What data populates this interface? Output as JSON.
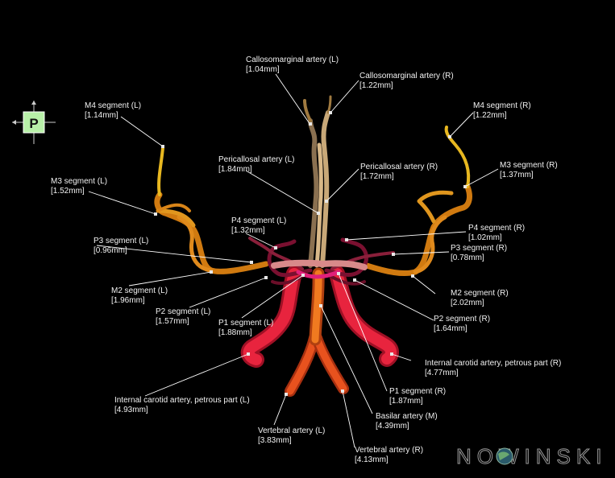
{
  "view_indicator": {
    "letter": "P"
  },
  "brand": {
    "text": "NOWINSKI"
  },
  "labels": [
    {
      "name": "Callosomarginal artery (L)",
      "size": "[1.04mm]"
    },
    {
      "name": "Callosomarginal artery (R)",
      "size": "[1.22mm]"
    },
    {
      "name": "M4 segment (L)",
      "size": "[1.14mm]"
    },
    {
      "name": "M4 segment (R)",
      "size": "[1.22mm]"
    },
    {
      "name": "Pericallosal artery (L)",
      "size": "[1.84mm]"
    },
    {
      "name": "Pericallosal artery (R)",
      "size": "[1.72mm]"
    },
    {
      "name": "M3 segment (L)",
      "size": "[1.52mm]"
    },
    {
      "name": "M3 segment (R)",
      "size": "[1.37mm]"
    },
    {
      "name": "P4 segment (L)",
      "size": "[1.32mm]"
    },
    {
      "name": "P4 segment (R)",
      "size": "[1.02mm]"
    },
    {
      "name": "P3 segment (L)",
      "size": "[0.96mm]"
    },
    {
      "name": "P3 segment (R)",
      "size": "[0.78mm]"
    },
    {
      "name": "M2 segment (L)",
      "size": "[1.96mm]"
    },
    {
      "name": "M2 segment (R)",
      "size": "[2.02mm]"
    },
    {
      "name": "P2 segment (L)",
      "size": "[1.57mm]"
    },
    {
      "name": "P2 segment (R)",
      "size": "[1.64mm]"
    },
    {
      "name": "P1 segment (L)",
      "size": "[1.88mm]"
    },
    {
      "name": "P1 segment (R)",
      "size": "[1.87mm]"
    },
    {
      "name": "Internal carotid artery, petrous part (R)",
      "size": "[4.77mm]"
    },
    {
      "name": "Internal carotid artery, petrous part (L)",
      "size": "[4.93mm]"
    },
    {
      "name": "Basilar artery (M)",
      "size": "[4.39mm]"
    },
    {
      "name": "Vertebral artery (L)",
      "size": "[3.83mm]"
    },
    {
      "name": "Vertebral artery (R)",
      "size": "[4.13mm]"
    }
  ],
  "colors": {
    "background": "#000000",
    "label_text": "#f2f2f2",
    "leader_line": "#ffffff",
    "carotid": "#e0203a",
    "vertebral_basilar": "#e8501c",
    "middle_cerebral": "#e08a1c",
    "distal_branch": "#e8b820",
    "pericallosal": "#c8a878",
    "posterior_cerebral": "#8a1f3a",
    "view_cube": "#b8f0a8"
  }
}
